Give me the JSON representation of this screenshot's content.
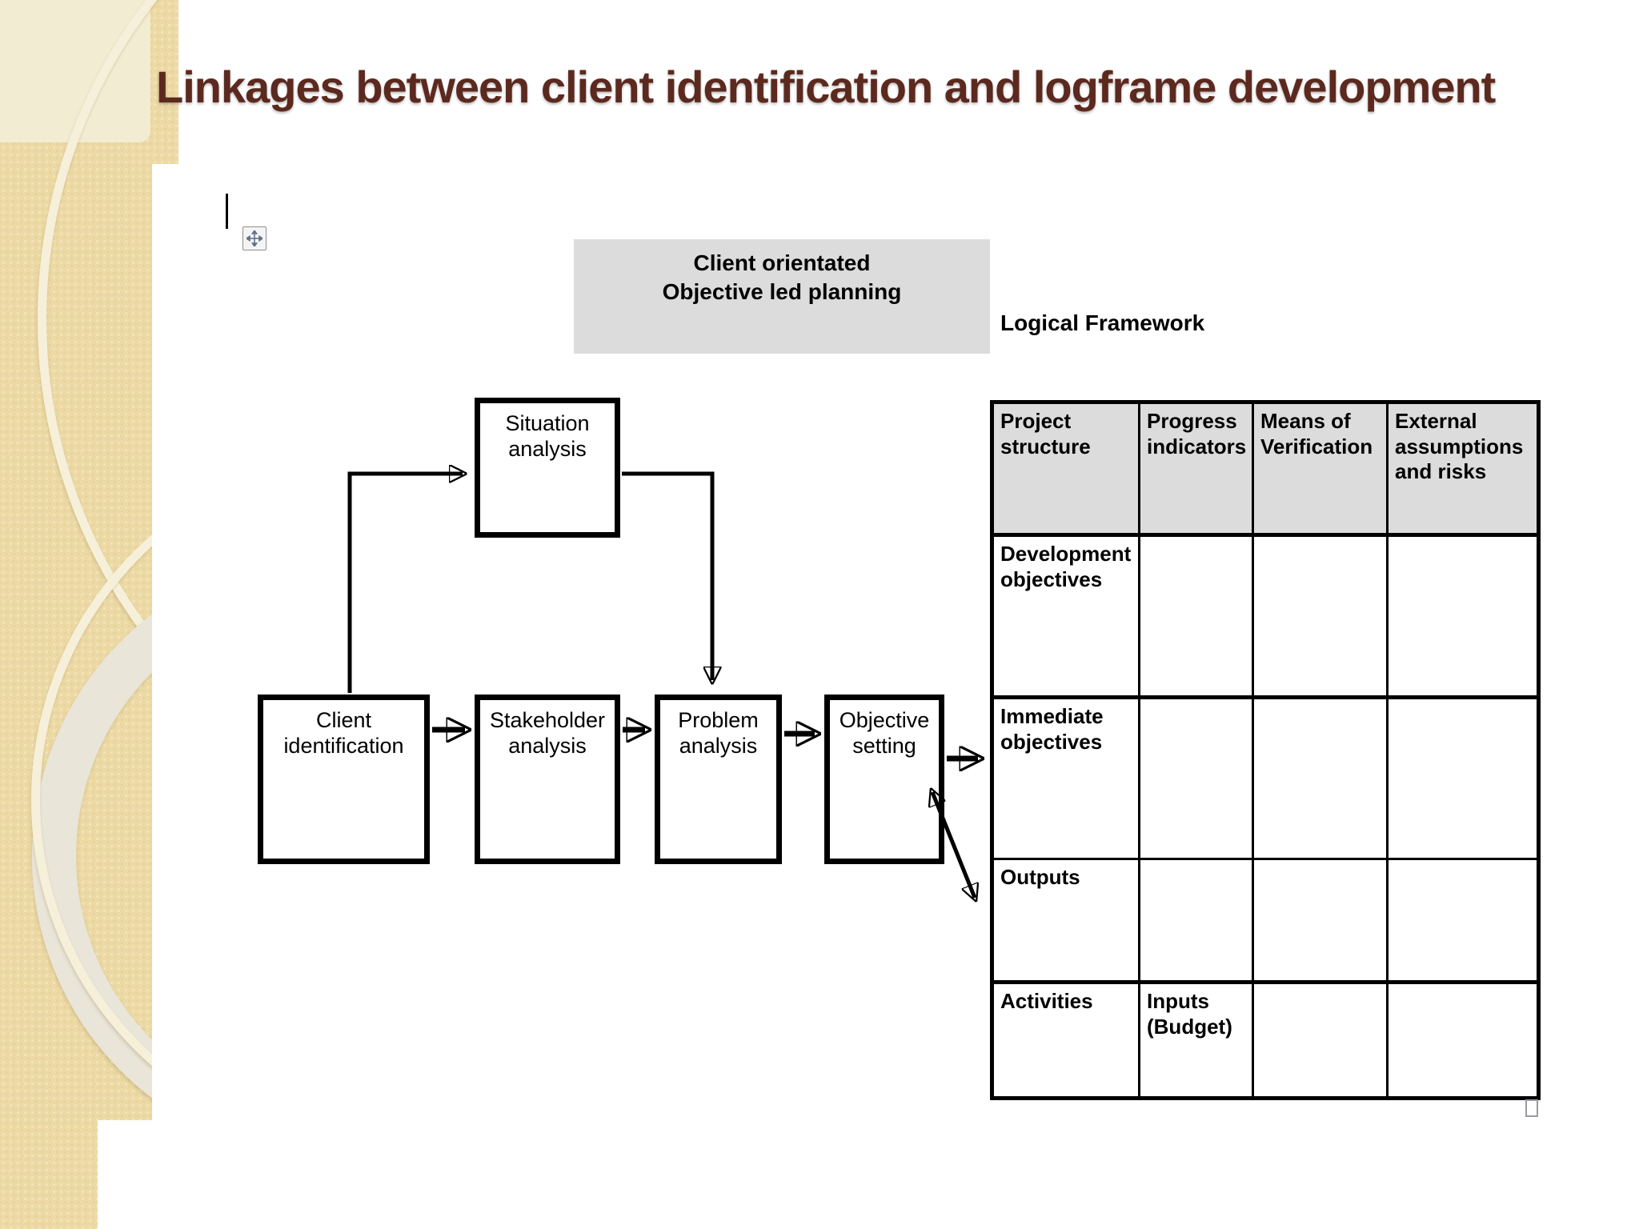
{
  "slide": {
    "title": "Linkages between client identification and logframe development"
  },
  "planning_box": {
    "line1": "Client orientated",
    "line2": "Objective led planning"
  },
  "labels": {
    "logical_framework": "Logical Framework"
  },
  "flowchart": {
    "boxes": [
      {
        "id": "situation",
        "label": "Situation analysis"
      },
      {
        "id": "client",
        "label": "Client identification"
      },
      {
        "id": "stakeholder",
        "label": "Stakeholder analysis"
      },
      {
        "id": "problem",
        "label": "Problem analysis"
      },
      {
        "id": "objective",
        "label": "Objective setting"
      }
    ],
    "connections": [
      "client -> situation",
      "situation -> problem",
      "client -> stakeholder",
      "stakeholder -> problem",
      "problem -> objective",
      "objective -> immediate-objectives-row",
      "objective -> outputs-row"
    ]
  },
  "logframe_table": {
    "headers": [
      "Project structure",
      "Progress indicators",
      "Means of Verification",
      "External assumptions and risks"
    ],
    "rows": [
      {
        "cells": [
          "Development objectives",
          "",
          "",
          ""
        ]
      },
      {
        "cells": [
          "Immediate objectives",
          "",
          "",
          ""
        ]
      },
      {
        "cells": [
          "Outputs",
          "",
          "",
          ""
        ]
      },
      {
        "cells": [
          "Activities",
          "Inputs (Budget)",
          "",
          ""
        ]
      }
    ]
  },
  "icons": {
    "move_handle": "four-way-move-arrows",
    "resize_handle": "object-anchor-square"
  },
  "colors": {
    "title_text": "#5c291f",
    "sidebar_beige": "#ecd9a4",
    "sidebar_light_square": "#f2ecd2",
    "gray_fill": "#dcdcdc",
    "line_black": "#000000",
    "content_background": "#ffffff"
  }
}
